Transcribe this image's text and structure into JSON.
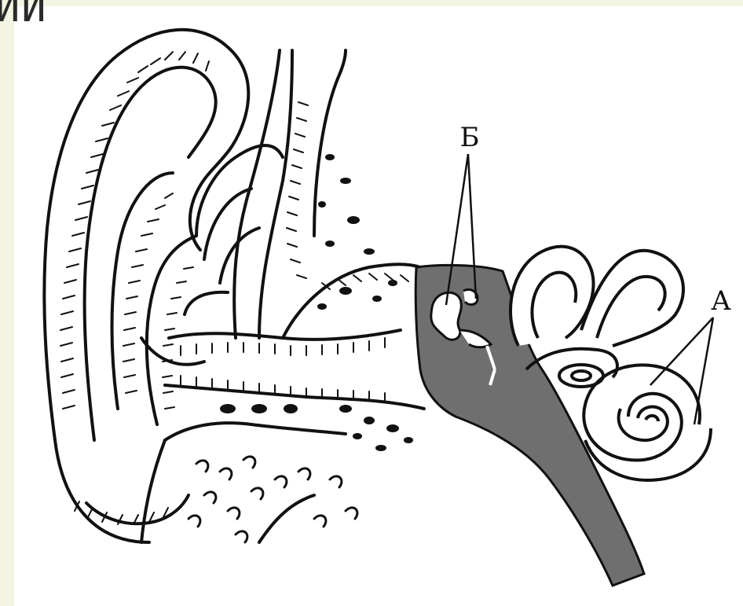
{
  "heading_fragment": "ИИ",
  "labels": {
    "a": "А",
    "b": "Б"
  },
  "colors": {
    "ink": "#111111",
    "middle_ear_fill": "#6f6f6f",
    "paper": "#ffffff",
    "page_tint": "#f3f5e2"
  }
}
